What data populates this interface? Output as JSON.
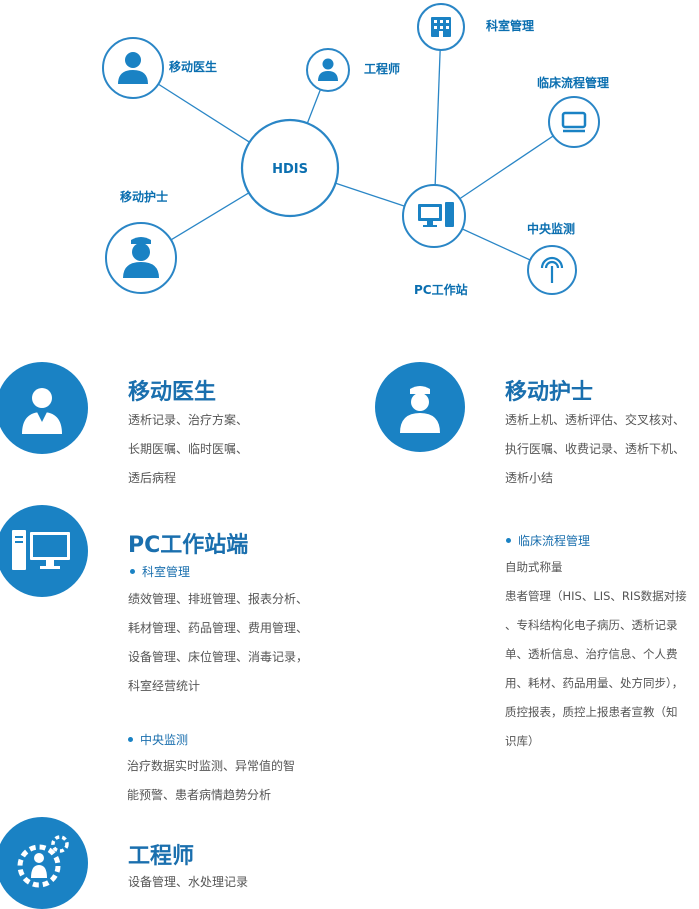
{
  "diagram": {
    "hub": "HDIS",
    "nodes": {
      "mobile_doctor": "移动医生",
      "engineer": "工程师",
      "dept_mgmt": "科室管理",
      "clinical_flow": "临床流程管理",
      "mobile_nurse": "移动护士",
      "central_monitor": "中央监测",
      "pc_station": "PC工作站"
    }
  },
  "sections": {
    "mobile_doctor": {
      "title": "移动医生",
      "lines": [
        "透析记录、治疗方案、",
        "长期医嘱、临时医嘱、",
        "透后病程"
      ]
    },
    "mobile_nurse": {
      "title": "移动护士",
      "lines": [
        "透析上机、透析评估、交叉核对、",
        "执行医嘱、收费记录、透析下机、",
        "透析小结"
      ]
    },
    "pc_station": {
      "title": "PC工作站端",
      "dept": {
        "head": "科室管理",
        "lines": [
          "绩效管理、排班管理、报表分析、",
          "耗材管理、药品管理、费用管理、",
          "设备管理、床位管理、消毒记录，",
          "科室经营统计"
        ]
      },
      "monitor": {
        "head": "中央监测",
        "lines": [
          "治疗数据实时监测、异常值的智",
          "能预警、患者病情趋势分析"
        ]
      }
    },
    "clinical_flow": {
      "head": "临床流程管理",
      "lines": [
        "自助式称量",
        "患者管理（HIS、LIS、RIS数据对接",
        "、专科结构化电子病历、透析记录",
        "单、透析信息、治疗信息、个人费",
        "用、耗材、药品用量、处方同步），",
        "质控报表，质控上报患者宣教（知",
        "识库）"
      ]
    },
    "engineer": {
      "title": "工程师",
      "lines": [
        "设备管理、水处理记录"
      ]
    }
  },
  "colors": {
    "accent": "#1a82c4",
    "title": "#1a6fae",
    "line": "#2a86c6"
  }
}
